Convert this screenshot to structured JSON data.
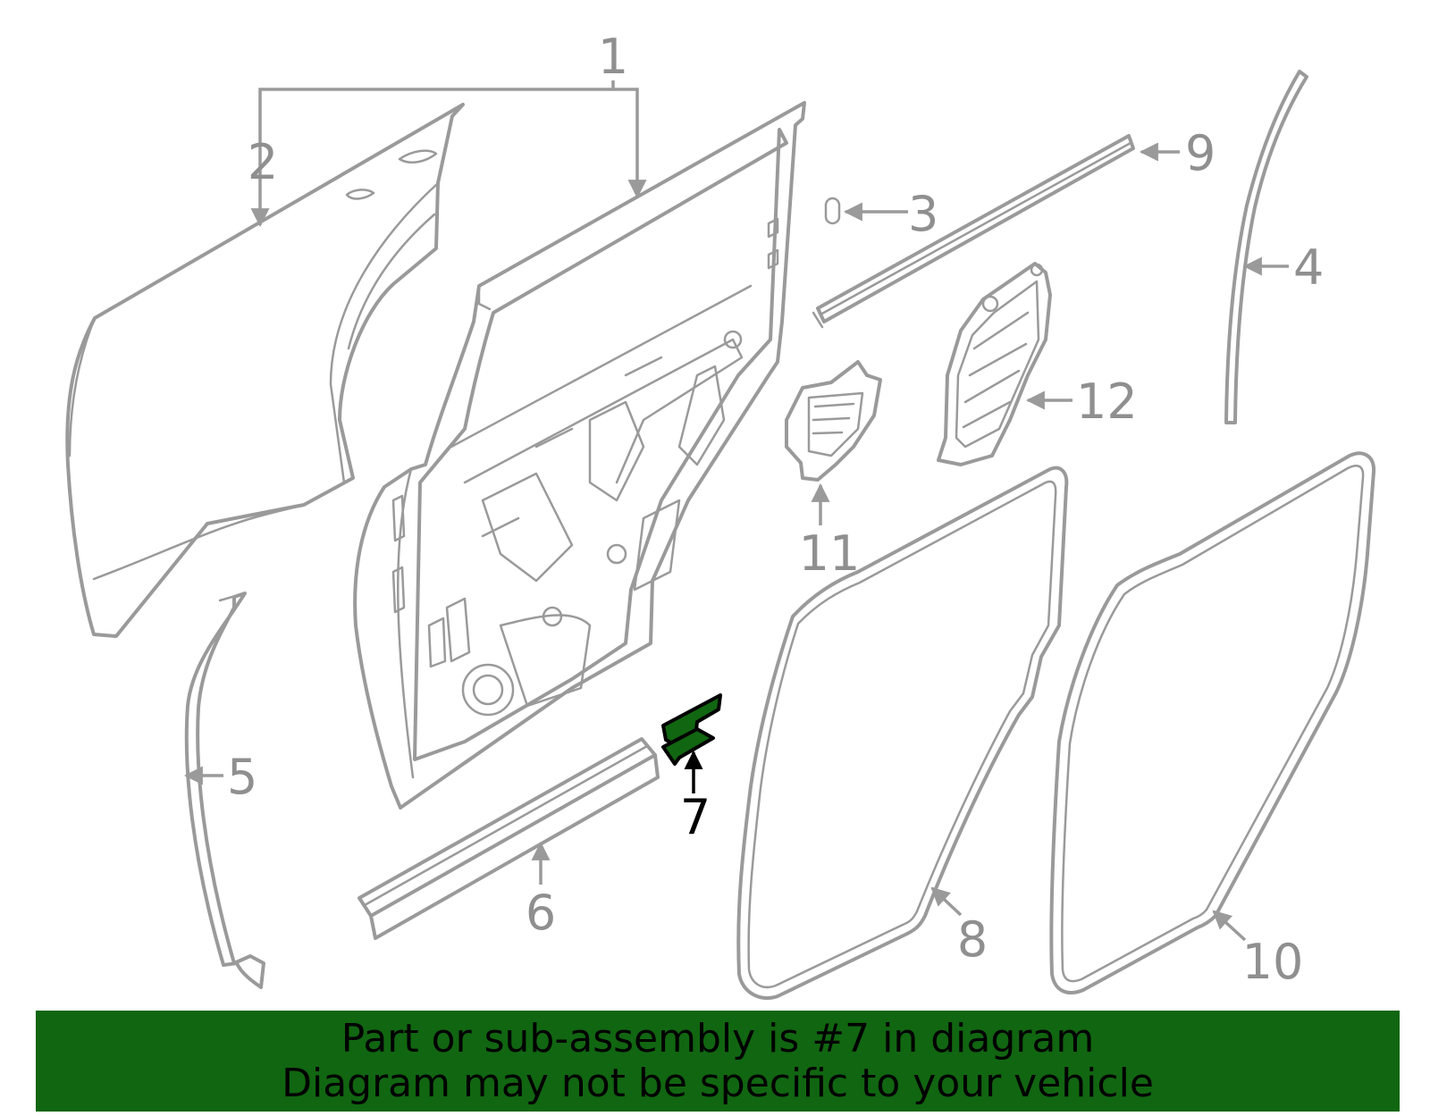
{
  "diagram": {
    "callouts": [
      "1",
      "2",
      "3",
      "4",
      "5",
      "6",
      "7",
      "8",
      "9",
      "10",
      "11",
      "12"
    ],
    "highlighted_part": "7",
    "colors": {
      "line": "#9a9a9a",
      "highlight": "#116611",
      "highlight_outline": "#000000"
    }
  },
  "banner": {
    "line1": "Part or sub-assembly is #7 in diagram",
    "line2": "Diagram may not be specific to your vehicle"
  }
}
